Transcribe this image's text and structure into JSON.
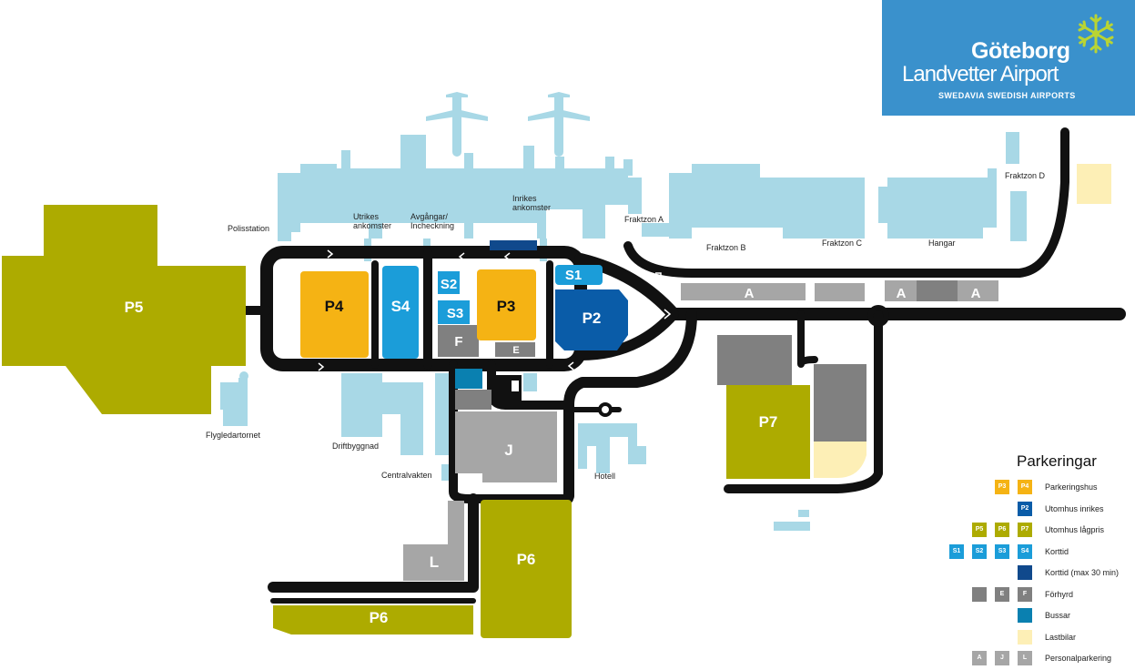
{
  "colors": {
    "road": "#111111",
    "building": "#a8d8e6",
    "parking_garage": "#f5b314",
    "outdoor_domestic": "#0a5ca8",
    "outdoor_lowcost": "#adab00",
    "short_term": "#1b9dd9",
    "short_term_30": "#10498c",
    "rented": "#808080",
    "bus": "#0a80b0",
    "truck": "#fdefb6",
    "staff": "#a6a6a6"
  },
  "logo": {
    "line1": "Göteborg",
    "line2": "Landvetter Airport",
    "line3": "SWEDAVIA SWEDISH AIRPORTS",
    "icon": "snowflake-icon"
  },
  "zones": {
    "p5": "P5",
    "p4": "P4",
    "s4": "S4",
    "s2": "S2",
    "s3": "S3",
    "f": "F",
    "p3": "P3",
    "e": "E",
    "s1": "S1",
    "p2": "P2",
    "a1": "A",
    "a2": "A",
    "a3": "A",
    "j": "J",
    "p7": "P7",
    "l": "L",
    "p6a": "P6",
    "p6b": "P6"
  },
  "labels": {
    "polisstation": "Polisstation",
    "utrikes": "Utrikes\nankomster",
    "avgangar": "Avgångar/\nIncheckning",
    "inrikes": "Inrikes\nankomster",
    "fraktzon_a": "Fraktzon A",
    "fraktzon_b": "Fraktzon B",
    "fraktzon_c": "Fraktzon C",
    "hangar": "Hangar",
    "fraktzon_d": "Fraktzon D",
    "flygledartornet": "Flygledartornet",
    "driftbyggnad": "Driftbyggnad",
    "centralvakten": "Centralvakten",
    "hotell": "Hotell"
  },
  "legend": {
    "title": "Parkeringar",
    "rows": [
      {
        "swatches": [
          {
            "t": "P3",
            "c": "#f5b314"
          },
          {
            "t": "P4",
            "c": "#f5b314"
          }
        ],
        "text": "Parkeringshus"
      },
      {
        "swatches": [
          {
            "t": "P2",
            "c": "#0a5ca8"
          }
        ],
        "text": "Utomhus inrikes"
      },
      {
        "swatches": [
          {
            "t": "P5",
            "c": "#adab00"
          },
          {
            "t": "P6",
            "c": "#adab00"
          },
          {
            "t": "P7",
            "c": "#adab00"
          }
        ],
        "text": "Utomhus lågpris"
      },
      {
        "swatches": [
          {
            "t": "S1",
            "c": "#1b9dd9"
          },
          {
            "t": "S2",
            "c": "#1b9dd9"
          },
          {
            "t": "S3",
            "c": "#1b9dd9"
          },
          {
            "t": "S4",
            "c": "#1b9dd9"
          }
        ],
        "text": "Korttid"
      },
      {
        "swatches": [
          {
            "t": "",
            "c": "#10498c"
          }
        ],
        "text": "Korttid (max 30 min)"
      },
      {
        "swatches": [
          {
            "t": "",
            "c": "#808080"
          },
          {
            "t": "E",
            "c": "#808080"
          },
          {
            "t": "F",
            "c": "#808080"
          }
        ],
        "text": "Förhyrd"
      },
      {
        "swatches": [
          {
            "t": "",
            "c": "#0a80b0"
          }
        ],
        "text": "Bussar"
      },
      {
        "swatches": [
          {
            "t": "",
            "c": "#fdefb6"
          }
        ],
        "text": "Lastbilar"
      },
      {
        "swatches": [
          {
            "t": "A",
            "c": "#a6a6a6"
          },
          {
            "t": "J",
            "c": "#a6a6a6"
          },
          {
            "t": "L",
            "c": "#a6a6a6"
          }
        ],
        "text": "Personalparkering"
      }
    ]
  }
}
